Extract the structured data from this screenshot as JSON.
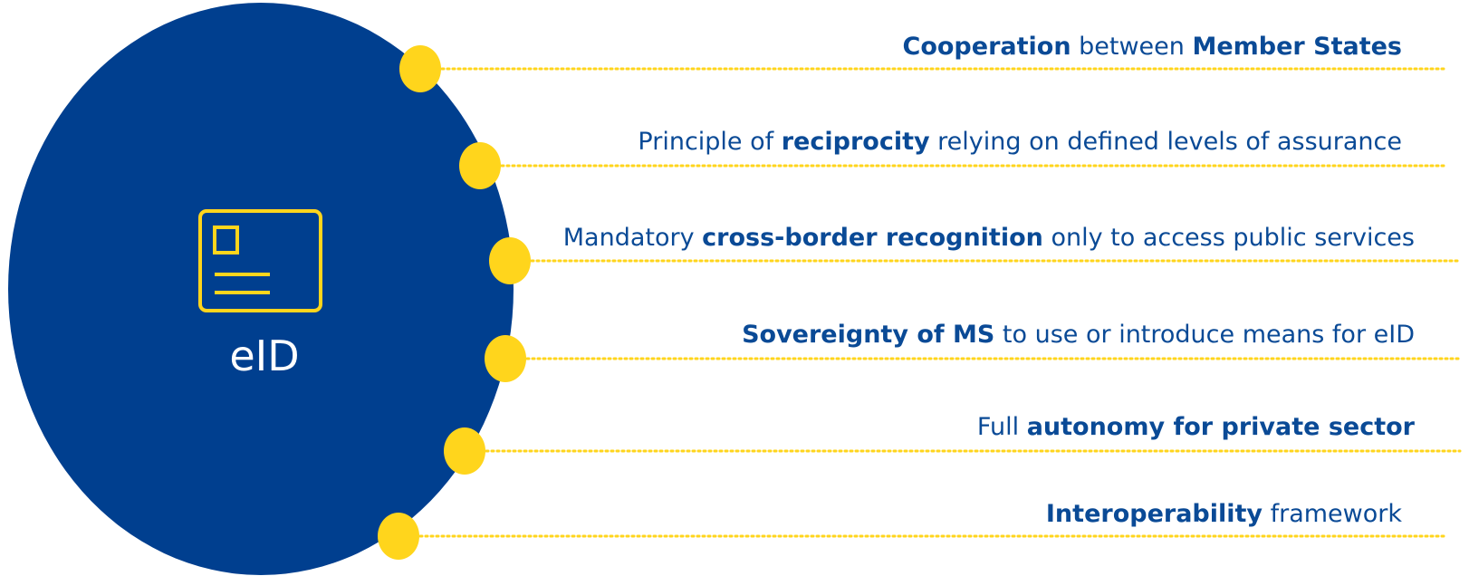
{
  "colors": {
    "circle": "#003f8f",
    "accent": "#ffd51c",
    "text": "#0a4a96",
    "icon_stroke": "#ffd51c"
  },
  "center": {
    "label": "eID",
    "icon": "id-card-icon"
  },
  "principles": [
    {
      "parts": [
        {
          "text": "Cooperation",
          "bold": true
        },
        {
          "text": " between ",
          "bold": false
        },
        {
          "text": "Member States",
          "bold": true
        }
      ]
    },
    {
      "parts": [
        {
          "text": "Principle of ",
          "bold": false
        },
        {
          "text": "reciprocity",
          "bold": true
        },
        {
          "text": " relying on defined levels of assurance",
          "bold": false
        }
      ]
    },
    {
      "parts": [
        {
          "text": "Mandatory ",
          "bold": false
        },
        {
          "text": "cross-border recognition",
          "bold": true
        },
        {
          "text": " only to access public services",
          "bold": false
        }
      ]
    },
    {
      "parts": [
        {
          "text": "Sovereignty of MS",
          "bold": true
        },
        {
          "text": " to use or introduce means for eID",
          "bold": false
        }
      ]
    },
    {
      "parts": [
        {
          "text": "Full ",
          "bold": false
        },
        {
          "text": "autonomy for private sector",
          "bold": true
        }
      ]
    },
    {
      "parts": [
        {
          "text": "Interoperability",
          "bold": true
        },
        {
          "text": " framework",
          "bold": false
        }
      ]
    }
  ]
}
